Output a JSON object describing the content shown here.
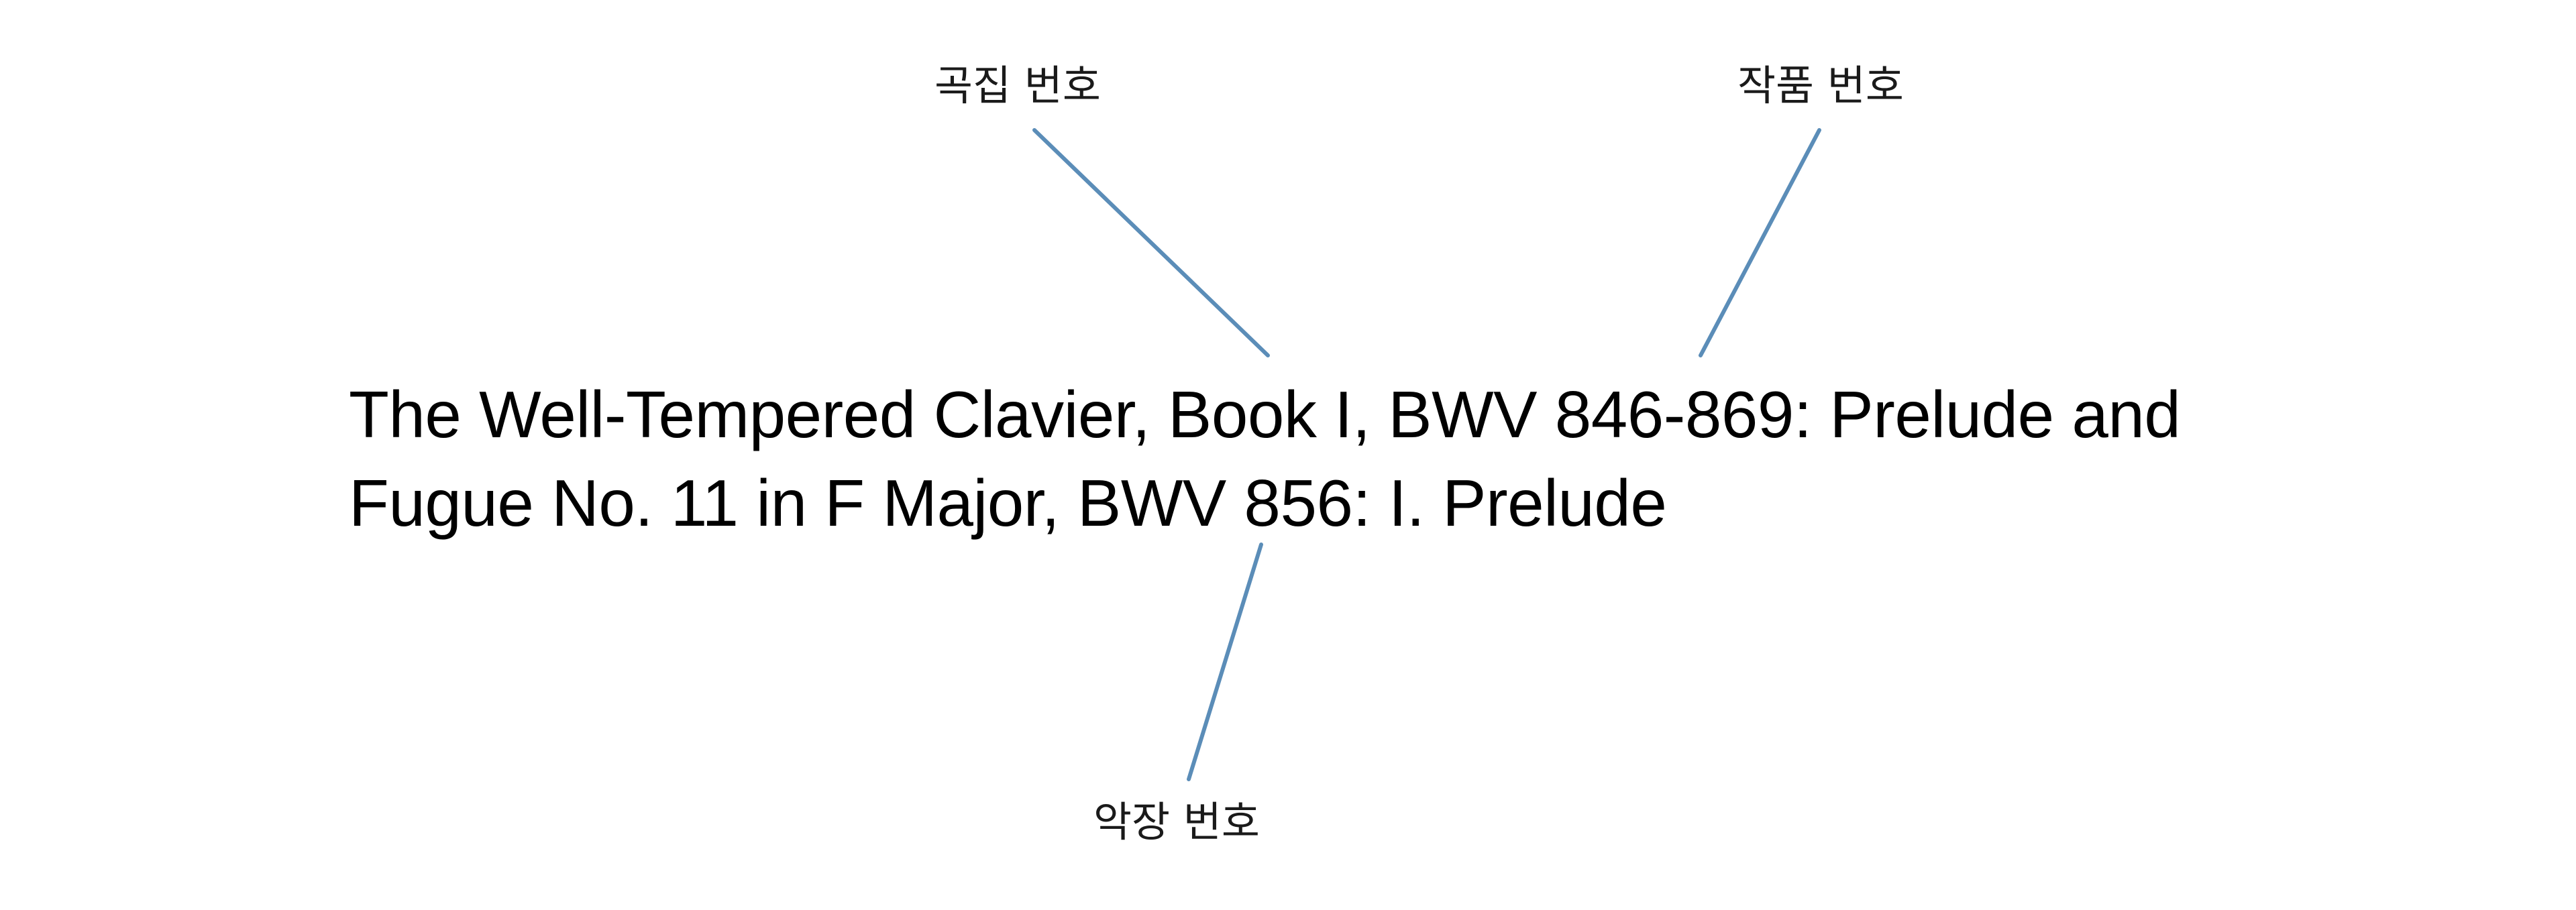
{
  "title_lines": [
    "The Well-Tempered Clavier, Book I, BWV 846-869: Prelude and",
    "Fugue No. 11 in F Major, BWV 856: I. Prelude"
  ],
  "callouts": {
    "collection_number": "곡집 번호",
    "catalog_number": "작품 번호",
    "movement_number": "악장 번호"
  },
  "colors": {
    "leader_line": "#5b8db8",
    "text": "#000000",
    "background": "#ffffff"
  }
}
